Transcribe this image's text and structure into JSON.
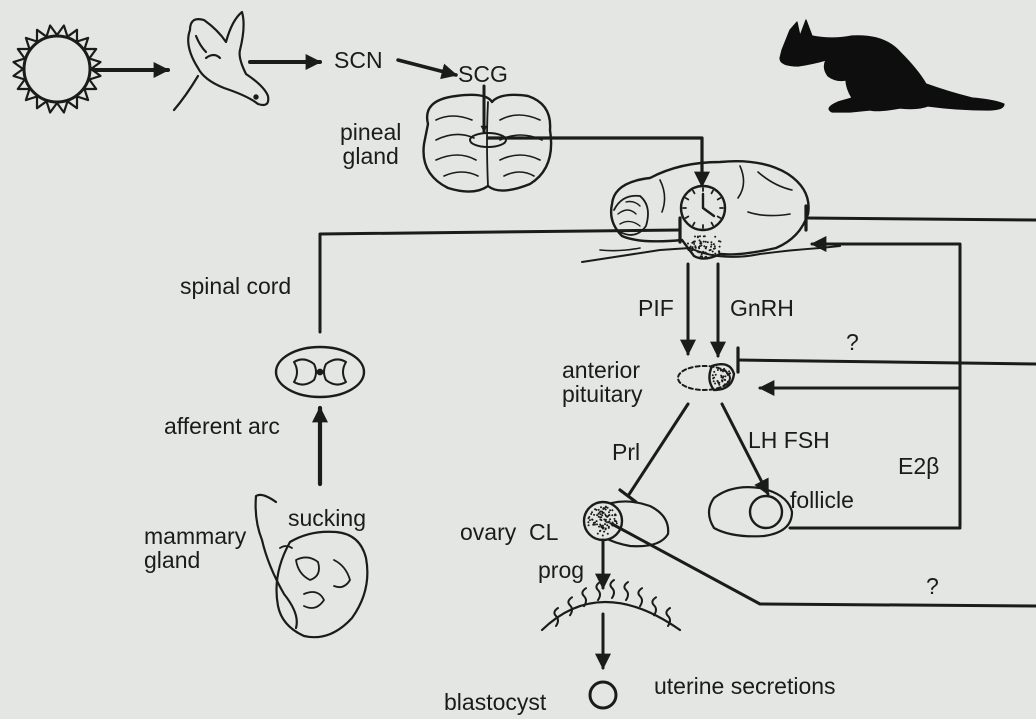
{
  "diagram": {
    "labels": {
      "scn": "SCN",
      "scg": "SCG",
      "pineal_gland": "pineal\ngland",
      "spinal_cord": "spinal cord",
      "afferent_arc": "afferent arc",
      "sucking": "sucking",
      "mammary_gland": "mammary\ngland",
      "pif": "PIF",
      "gnrh": "GnRH",
      "question_1": "?",
      "anterior_pituitary": "anterior\npituitary",
      "prl": "Prl",
      "lh_fsh": "LH FSH",
      "e2beta": "E2β",
      "follicle": "follicle",
      "ovary_cl": "ovary  CL",
      "prog": "prog",
      "question_2": "?",
      "blastocyst": "blastocyst",
      "uterine_secretions": "uterine secretions"
    },
    "colors": {
      "background": "#e4e6e3",
      "ink": "#1b1b1b",
      "silhouette": "#0e0e0e"
    },
    "icons": {
      "sun": "sun-icon",
      "kangaroo_head": "kangaroo-head-icon",
      "wallaby_silhouette": "wallaby-silhouette-icon",
      "pineal_brain": "pineal-brain-icon",
      "brain_clock": "brain-clock-icon",
      "spinal_cord_section": "spinal-cord-section-icon",
      "joey": "joey-icon",
      "pituitary": "pituitary-icon",
      "ovary": "ovary-icon",
      "uterus": "uterus-icon",
      "blastocyst": "blastocyst-icon"
    }
  }
}
